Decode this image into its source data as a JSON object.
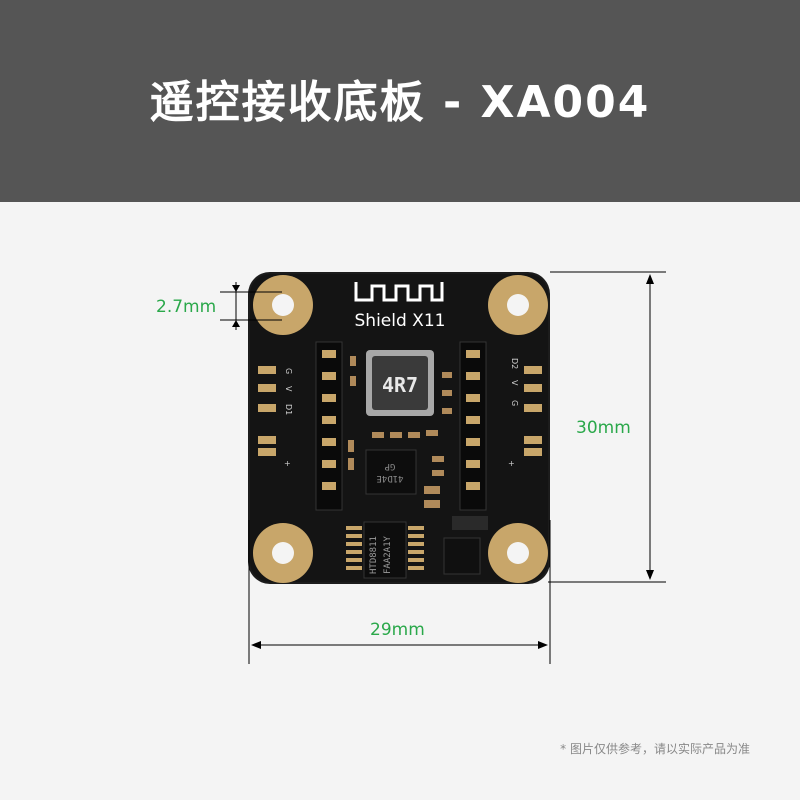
{
  "header": {
    "title": "遥控接收底板 - XA004"
  },
  "board": {
    "logo_text": "Shield X11",
    "inductor_text": "4R7",
    "chip_text_1": "HTD8811",
    "chip_text_2": "FAA2A1Y",
    "chip_text_3": "GP",
    "chip_text_4": "41D4E",
    "left_pad_labels": [
      "G",
      "V",
      "D1",
      "+"
    ],
    "right_pad_labels": [
      "D2",
      "V",
      "G",
      "+"
    ]
  },
  "dimensions": {
    "hole_label": "2.7mm",
    "height_label": "30mm",
    "width_label": "29mm"
  },
  "footnote": "* 图片仅供参考，请以实际产品为准",
  "colors": {
    "header_bg": "#555555",
    "dimension_green": "#2aa84a",
    "pcb": "#1a1a1a",
    "gold": "#c8a66a"
  }
}
